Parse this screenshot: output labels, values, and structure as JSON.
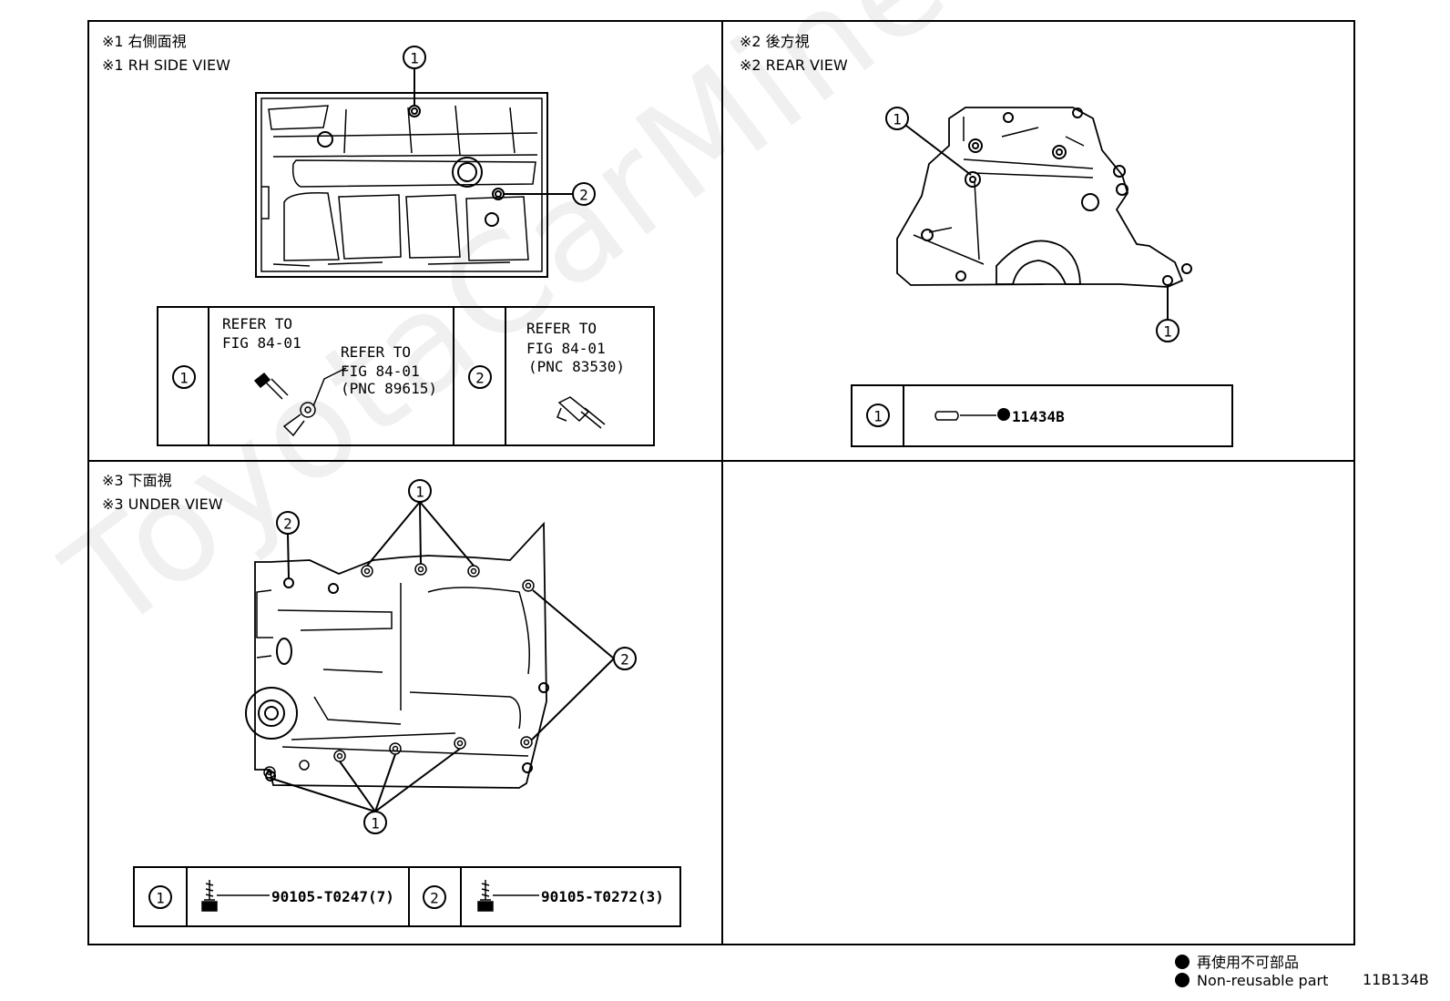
{
  "watermark": "ToyotaCarMine.ru",
  "panels": {
    "rh_side": {
      "title_jp": "※1 右側面視",
      "title_en": "※1 RH SIDE VIEW"
    },
    "rear": {
      "title_jp": "※2 後方視",
      "title_en": "※2 REAR VIEW"
    },
    "under": {
      "title_jp": "※3 下面視",
      "title_en": "※3 UNDER VIEW"
    }
  },
  "callouts": {
    "one": "1",
    "two": "2"
  },
  "tables": {
    "rh_side": {
      "item1_refer": "REFER TO",
      "item1_fig": "FIG 84-01",
      "item1_refer2": "REFER TO",
      "item1_fig2": "FIG 84-01",
      "item1_pnc": "(PNC 89615)",
      "item2_refer": "REFER TO",
      "item2_fig": "FIG 84-01",
      "item2_pnc": "(PNC 83530)"
    },
    "rear": {
      "item1_part": "11434B"
    },
    "under": {
      "item1_part": "90105-T0247(7)",
      "item2_part": "90105-T0272(3)"
    }
  },
  "legend": {
    "jp": "再使用不可部品",
    "en": "Non-reusable part",
    "figure_no": "11B134B"
  }
}
